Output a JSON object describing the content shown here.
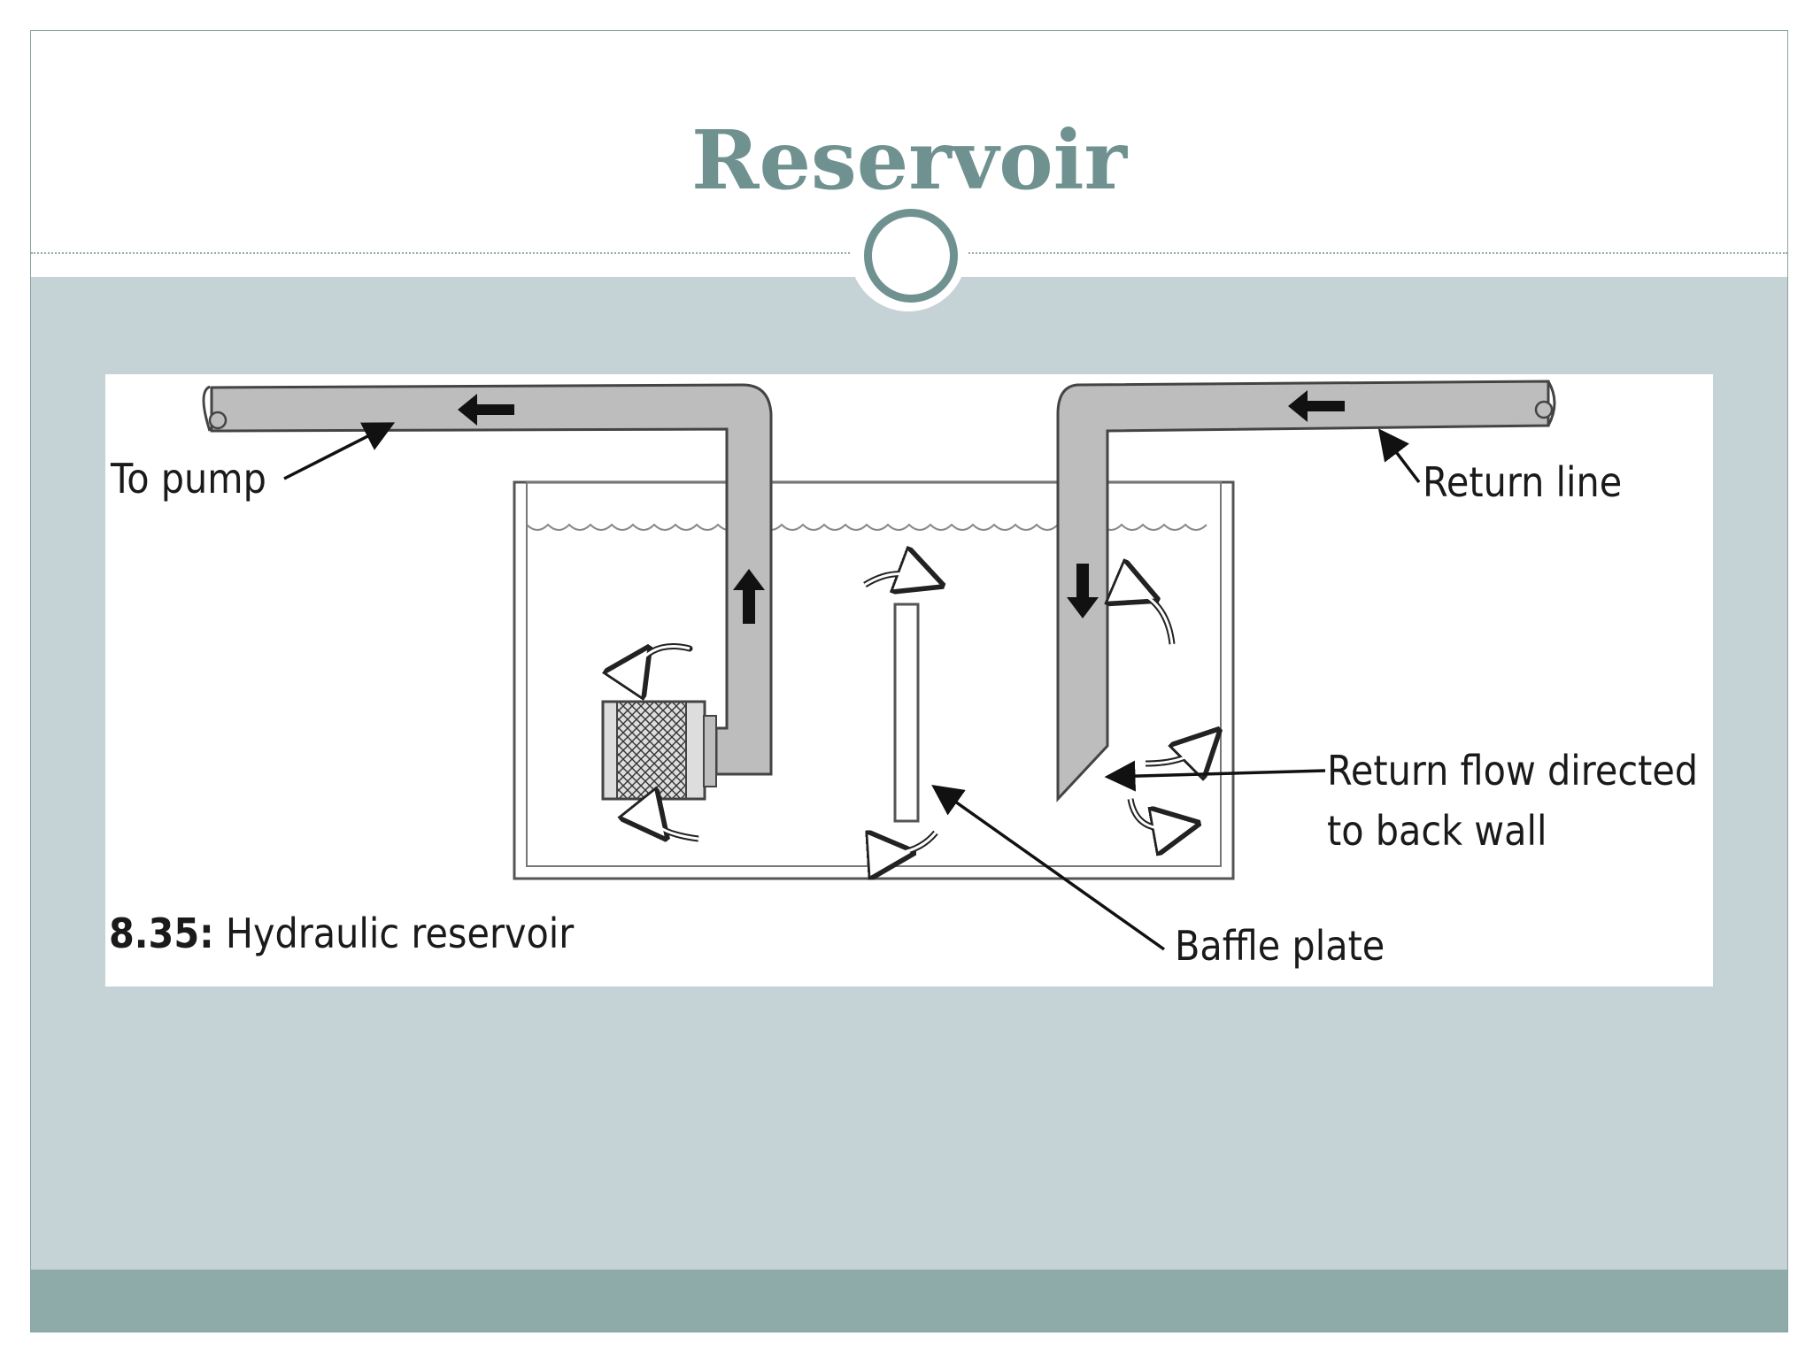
{
  "slide": {
    "title": "Reservoir"
  },
  "figure": {
    "labels": {
      "to_pump": "To pump",
      "return_line": "Return line",
      "return_flow_line1": "Return flow directed",
      "return_flow_line2": "to back wall",
      "baffle_plate": "Baffle plate"
    },
    "caption": {
      "number": "8.35:",
      "text": " Hydraulic reservoir"
    }
  },
  "colors": {
    "title": "#6f9290",
    "content_band": "#c5d2d6",
    "footer_band": "#8eaaa9",
    "pipe": "#bdbdbd"
  }
}
